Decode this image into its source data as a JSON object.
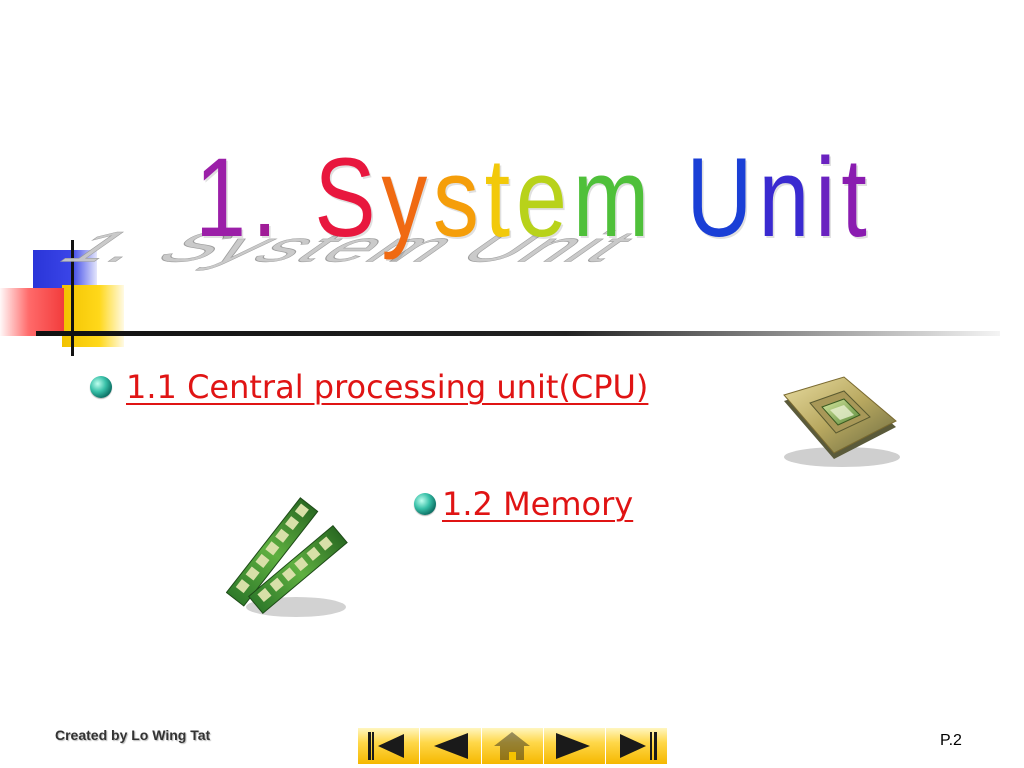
{
  "title": {
    "chars": [
      {
        "ch": "1",
        "color": "#9b1fa8"
      },
      {
        "ch": ".",
        "color": "#a01c98"
      },
      {
        "ch": " ",
        "color": "#000000"
      },
      {
        "ch": "S",
        "color": "#e8173e"
      },
      {
        "ch": "y",
        "color": "#f06a12"
      },
      {
        "ch": "s",
        "color": "#f59e0a"
      },
      {
        "ch": "t",
        "color": "#f2c90a"
      },
      {
        "ch": "e",
        "color": "#b8d21a"
      },
      {
        "ch": "m",
        "color": "#4fc03a"
      },
      {
        "ch": " ",
        "color": "#000000"
      },
      {
        "ch": "U",
        "color": "#1a3fd6"
      },
      {
        "ch": "n",
        "color": "#3a2ad0"
      },
      {
        "ch": "i",
        "color": "#6a22c0"
      },
      {
        "ch": "t",
        "color": "#8a1cb0"
      }
    ],
    "text": "1. System Unit"
  },
  "links": {
    "cpu": "1.1 Central processing unit(CPU)",
    "memory": "1.2 Memory"
  },
  "footer": {
    "credit": "Created by Lo Wing Tat",
    "page": "P.2"
  },
  "nav": {
    "buttons": [
      "first-icon",
      "previous-icon",
      "home-icon",
      "next-icon",
      "last-icon"
    ]
  },
  "colors": {
    "link": "#e01414",
    "nav_button": "#ffd84a"
  }
}
